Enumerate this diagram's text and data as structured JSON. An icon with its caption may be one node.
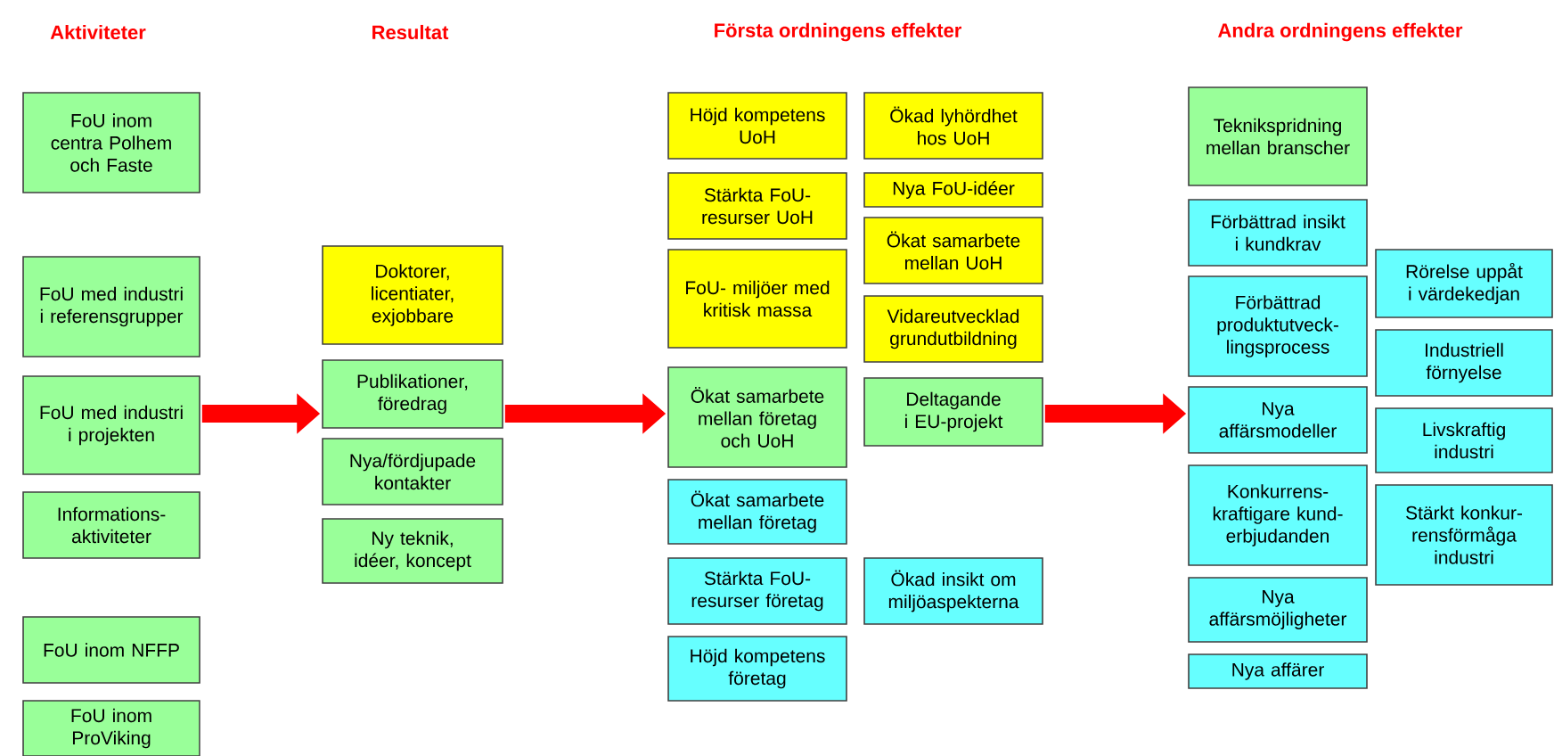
{
  "diagram": {
    "nodes": [
      {
        "text": [
          "FoU inom centra Polhem och Faste"
        ]
      },
      {
        "text": [
          "FoU med industri i referensgrupper"
        ]
      },
      {
        "text": [
          "FoU med industri i projekten"
        ]
      },
      {
        "text": [
          "Informations- aktiviteter"
        ]
      },
      {
        "text": [
          "FoU inom NFFP"
        ]
      },
      {
        "text": [
          "FoU inom ProViking"
        ]
      },
      {
        "text": [
          "Doktorer, licentiater, exjobbare"
        ]
      },
      {
        "text": [
          "Publikationer, föredrag"
        ]
      },
      {
        "text": [
          "Nya/fördjupade kontakter"
        ]
      },
      {
        "text": [
          "Ny teknik, idéer, koncept"
        ]
      },
      {
        "text": [
          "Höjd kompetens UoH"
        ]
      },
      {
        "text": [
          "Stärkta FoU- resurser UoH"
        ]
      },
      {
        "text": [
          "FoU- miljöer med kritisk massa"
        ]
      },
      {
        "text": [
          "Ökat samarbete mellan företag och UoH"
        ]
      },
      {
        "text": [
          "Ökat samarbete mellan företag"
        ]
      },
      {
        "text": [
          "Stärkta FoU- resurser företag"
        ]
      },
      {
        "text": [
          "Höjd kompetens företag"
        ]
      },
      {
        "text": [
          "Ökad lyhördhet hos UoH"
        ]
      },
      {
        "text": [
          "Nya FoU-idéer"
        ]
      },
      {
        "text": [
          "Ökat samarbete mellan UoH"
        ]
      },
      {
        "text": [
          "Vidareutvecklad grundutbildning"
        ]
      },
      {
        "text": [
          "Deltagande i EU-projekt"
        ]
      },
      {
        "text": [
          "Ökad insikt om miljöaspekterna"
        ]
      },
      {
        "text": [
          "Teknikspridning mellan branscher"
        ]
      },
      {
        "text": [
          "Förbättrad insikt i kundkrav"
        ]
      },
      {
        "text": [
          "Förbättrad produktutveck- lingsprocess"
        ]
      },
      {
        "text": [
          "Nya affärsmodeller"
        ]
      },
      {
        "text": [
          "Konkurrens- kraftigare kund- erbjudanden"
        ]
      },
      {
        "text": [
          "Nya affärsmöjligheter"
        ]
      },
      {
        "text": [
          "Nya affärer"
        ]
      },
      {
        "text": [
          "Rörelse uppåt i värdekedjan"
        ]
      },
      {
        "text": [
          "Industriell förnyelse"
        ]
      },
      {
        "text": [
          "Livskraftig industri"
        ]
      },
      {
        "text": [
          "Stärkt konkur- rensförmåga industri"
        ]
      }
    ],
    "edges": [
      {
        "from": 2,
        "to": 7,
        "arrow": "to"
      },
      {
        "from": 7,
        "to": 13,
        "arrow": "to"
      },
      {
        "from": 21,
        "to": 26,
        "arrow": "to"
      }
    ],
    "labels": [
      "Aktiviteter",
      "Resultat",
      "Första ordningens effekter",
      "Andra ordningens effekter"
    ]
  }
}
